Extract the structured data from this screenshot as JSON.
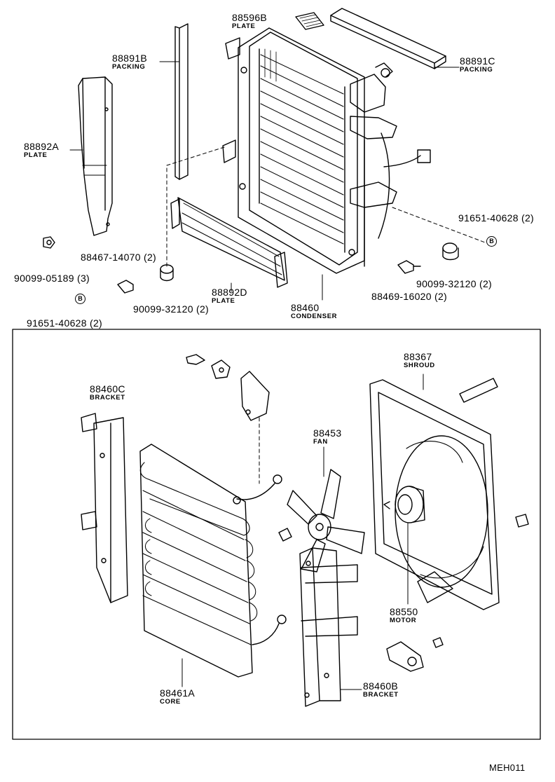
{
  "diagram": {
    "callouts": [
      {
        "part": "88596B",
        "name": "PLATE"
      },
      {
        "part": "88891B",
        "name": "PACKING"
      },
      {
        "part": "88891C",
        "name": "PACKING"
      },
      {
        "part": "88892A",
        "name": "PLATE"
      },
      {
        "part": "91651-40628 (2)",
        "name": ""
      },
      {
        "part": "90099-05189 (3)",
        "name": ""
      },
      {
        "part": "88467-14070 (2)",
        "name": ""
      },
      {
        "part": "88892D",
        "name": "PLATE"
      },
      {
        "part": "88460",
        "name": "CONDENSER"
      },
      {
        "part": "90099-32120 (2)",
        "name": ""
      },
      {
        "part": "88469-16020 (2)",
        "name": ""
      },
      {
        "part": "91651-40628 (2)",
        "name": ""
      },
      {
        "part": "90099-32120 (2)",
        "name": ""
      },
      {
        "part": "88460C",
        "name": "BRACKET"
      },
      {
        "part": "88367",
        "name": "SHROUD"
      },
      {
        "part": "88453",
        "name": "FAN"
      },
      {
        "part": "88550",
        "name": "MOTOR"
      },
      {
        "part": "88461A",
        "name": "CORE"
      },
      {
        "part": "88460B",
        "name": "BRACKET"
      }
    ],
    "ref_marks": [
      "B",
      "B"
    ],
    "figure_code": "MEH011"
  }
}
